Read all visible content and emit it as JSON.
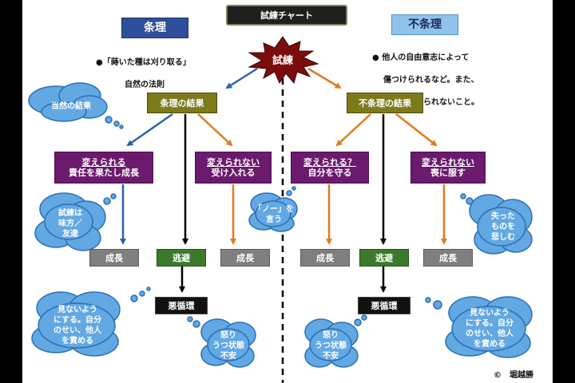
{
  "title": "試練チャート",
  "left_header": "条理",
  "right_header": "不条理",
  "burst_label": "試練",
  "left_desc": {
    "line1": "●「蒔いた種は刈り取る」",
    "line2": "自然の法則"
  },
  "right_desc": {
    "line1": "● 他人の自由意志によって",
    "line2": "傷つけられるなど。また、",
    "line3": "天災、変えられないこと。"
  },
  "left_result": "条理の結果",
  "right_result": "不条理の結果",
  "purple": {
    "lp1": {
      "line1": "変えられる",
      "line2": "責任を果たし成長"
    },
    "lp2": {
      "line1": "変えられない",
      "line2": "受け入れる"
    },
    "rp1": {
      "line1": "変えられる？",
      "line2": "自分を守る"
    },
    "rp2": {
      "line1": "変えられない",
      "line2": "喪に服す"
    }
  },
  "outcomes": {
    "growth": "成長",
    "escape": "逃避",
    "vicious": "悪循環"
  },
  "clouds": {
    "c1": "当然の結果",
    "c2": "試練は\n味方／\n友達",
    "c3": "「ノー」を\n言う",
    "c4": "失った\nものを\n悲しむ",
    "c5": "見ないよう\nにする。自分\nのせい、他人\nを責める",
    "c6": "怒り\nうつ状態\n不安",
    "c7": "怒り\nうつ状態\n不安",
    "c8": "見ないよう\nにする。自分\nのせい、他人\nを責める"
  },
  "credit": "©　堀越勝",
  "colors": {
    "orange": "#e07b1f",
    "blue": "#2a62b0",
    "black": "#000000",
    "burst": "#7a0c0c",
    "cloud_fill": "#62a8e3",
    "cloud_stroke": "#2d6fb5"
  }
}
